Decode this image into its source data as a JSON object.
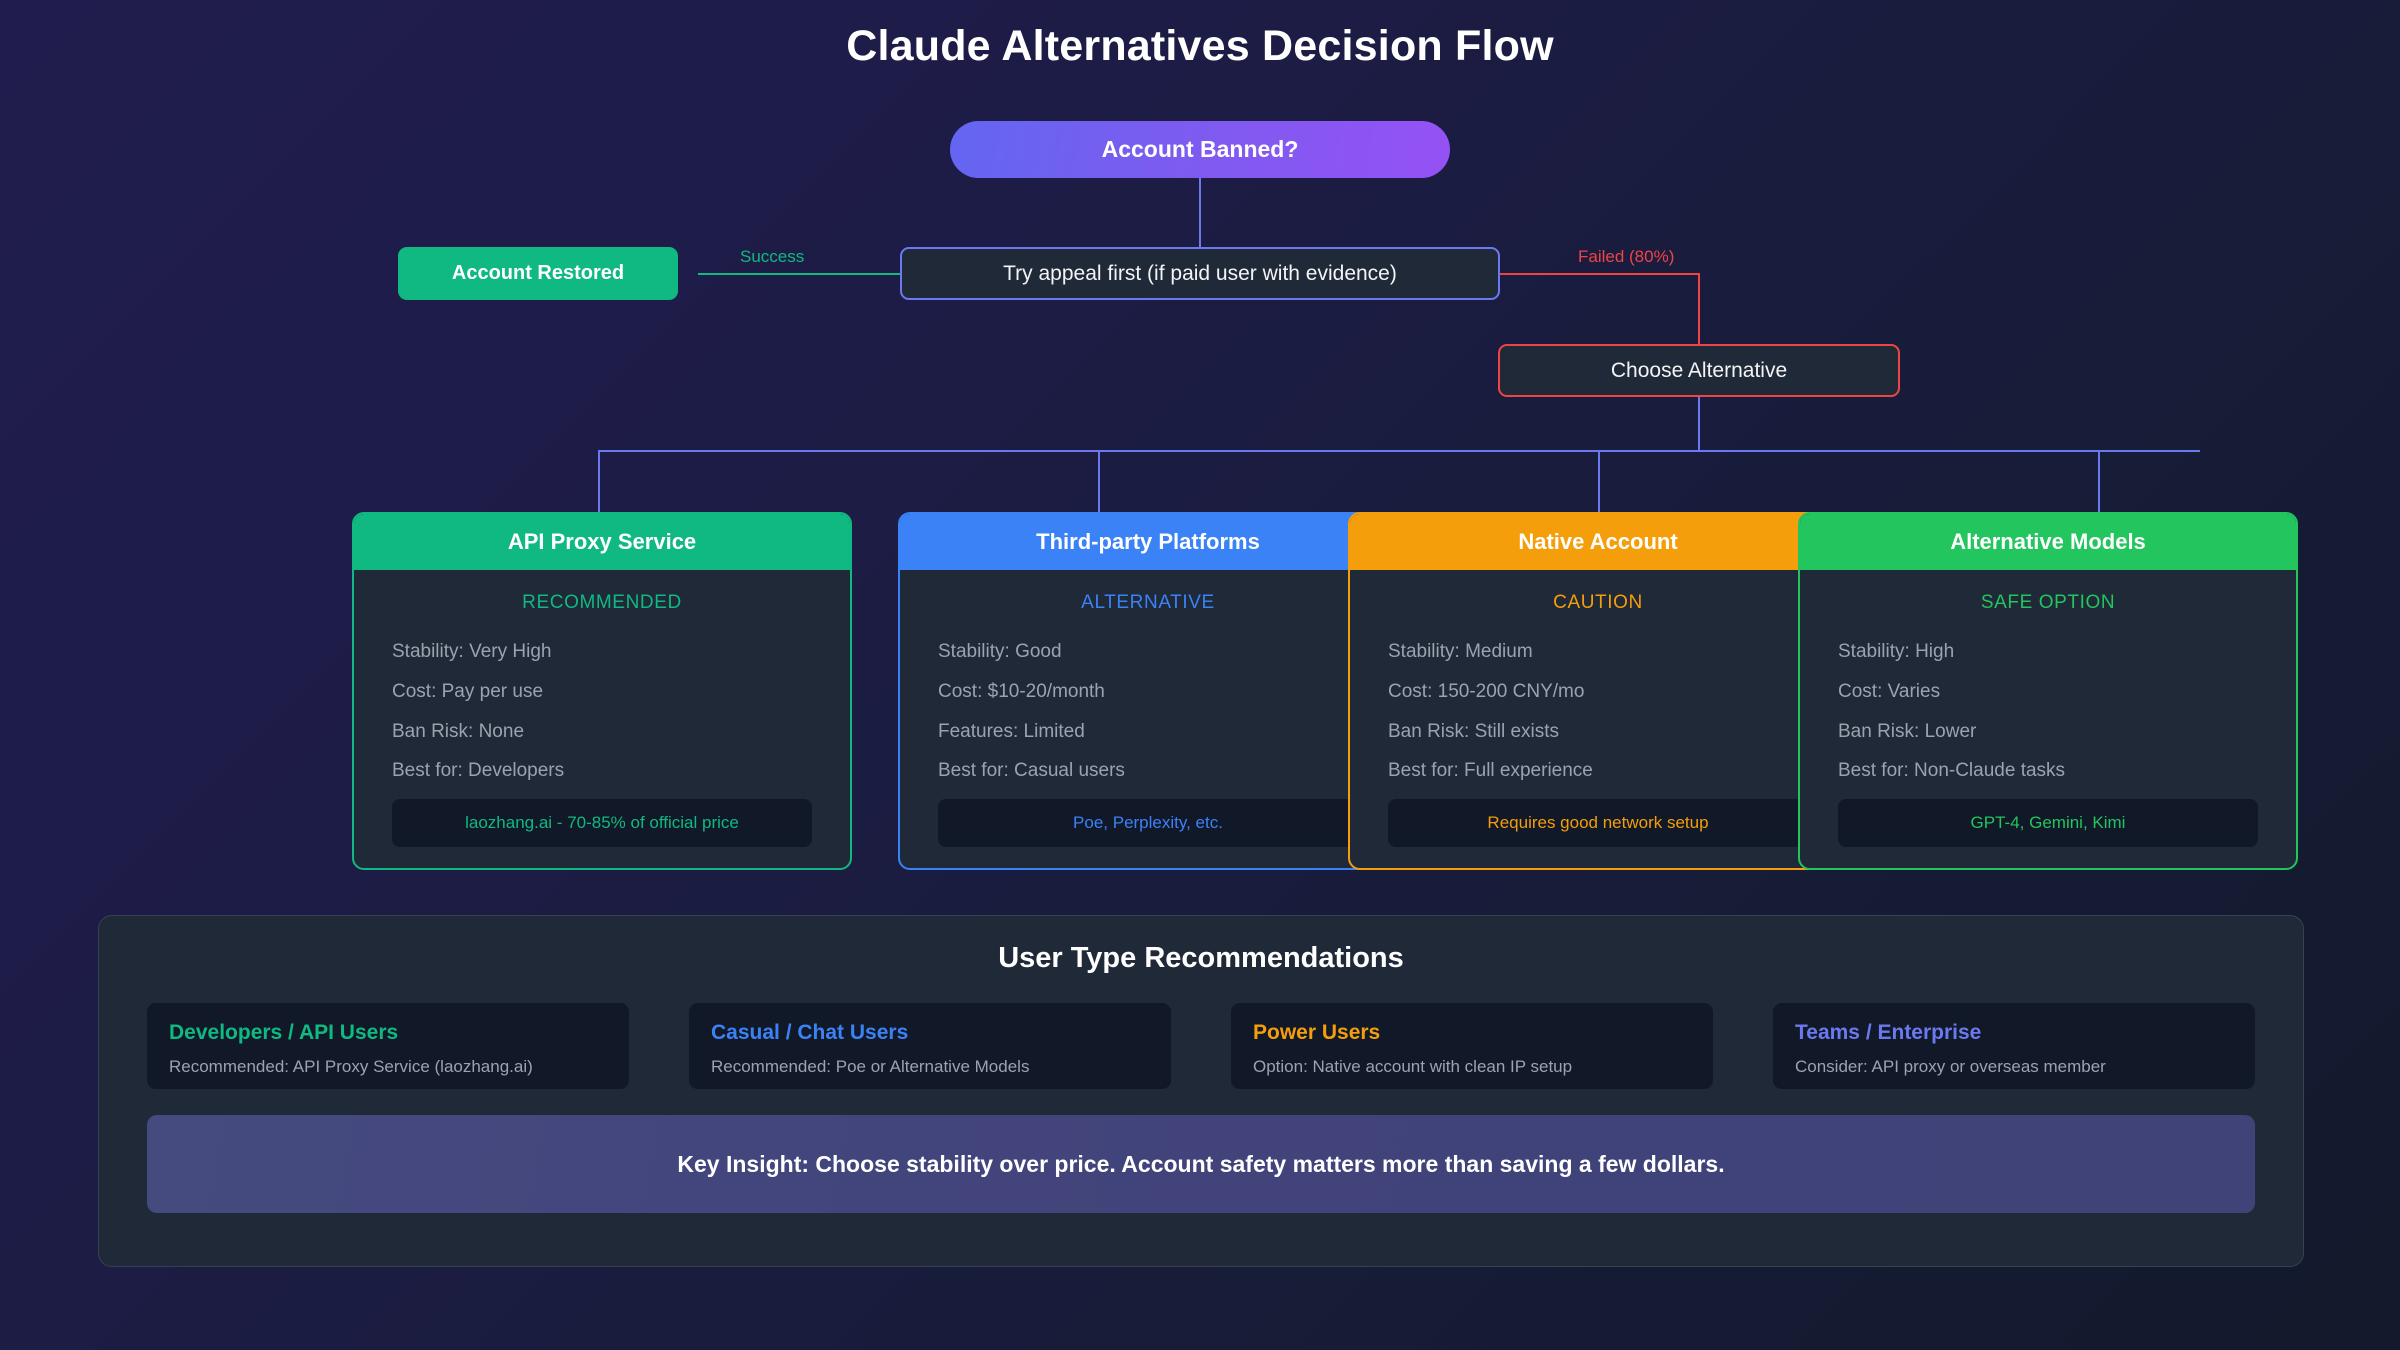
{
  "page": {
    "title": "Claude Alternatives Decision Flow"
  },
  "flow": {
    "root": {
      "label": "Account Banned?"
    },
    "restored": {
      "label": "Account Restored"
    },
    "appeal": {
      "label": "Try appeal first (if paid user with evidence)"
    },
    "choose": {
      "label": "Choose Alternative"
    },
    "edges": {
      "success_label": "Success",
      "failed_label": "Failed (80%)"
    }
  },
  "options": [
    {
      "title": "API Proxy Service",
      "tag": "RECOMMENDED",
      "accent": "#10b981",
      "specs": [
        "Stability: Very High",
        "Cost: Pay per use",
        "Ban Risk: None",
        "Best for: Developers"
      ],
      "note": "laozhang.ai - 70-85% of official price"
    },
    {
      "title": "Third-party Platforms",
      "tag": "ALTERNATIVE",
      "accent": "#3b82f6",
      "specs": [
        "Stability: Good",
        "Cost: $10-20/month",
        "Features: Limited",
        "Best for: Casual users"
      ],
      "note": "Poe, Perplexity, etc."
    },
    {
      "title": "Native Account",
      "tag": "CAUTION",
      "accent": "#f59e0b",
      "specs": [
        "Stability: Medium",
        "Cost: 150-200 CNY/mo",
        "Ban Risk: Still exists",
        "Best for: Full experience"
      ],
      "note": "Requires good network setup"
    },
    {
      "title": "Alternative Models",
      "tag": "SAFE OPTION",
      "accent": "#22c55e",
      "specs": [
        "Stability: High",
        "Cost: Varies",
        "Ban Risk: Lower",
        "Best for: Non-Claude tasks"
      ],
      "note": "GPT-4, Gemini, Kimi"
    }
  ],
  "recommendations": {
    "title": "User Type Recommendations",
    "user_types": [
      {
        "title": "Developers / API Users",
        "color": "#10b981",
        "desc": "Recommended: API Proxy Service (laozhang.ai)"
      },
      {
        "title": "Casual / Chat Users",
        "color": "#3b82f6",
        "desc": "Recommended: Poe or Alternative Models"
      },
      {
        "title": "Power Users",
        "color": "#f59e0b",
        "desc": "Option: Native account with clean IP setup"
      },
      {
        "title": "Teams / Enterprise",
        "color": "#6b79f0",
        "desc": "Consider: API proxy or overseas member"
      }
    ],
    "key_insight": "Key Insight: Choose stability over price. Account safety matters more than saving a few dollars."
  }
}
